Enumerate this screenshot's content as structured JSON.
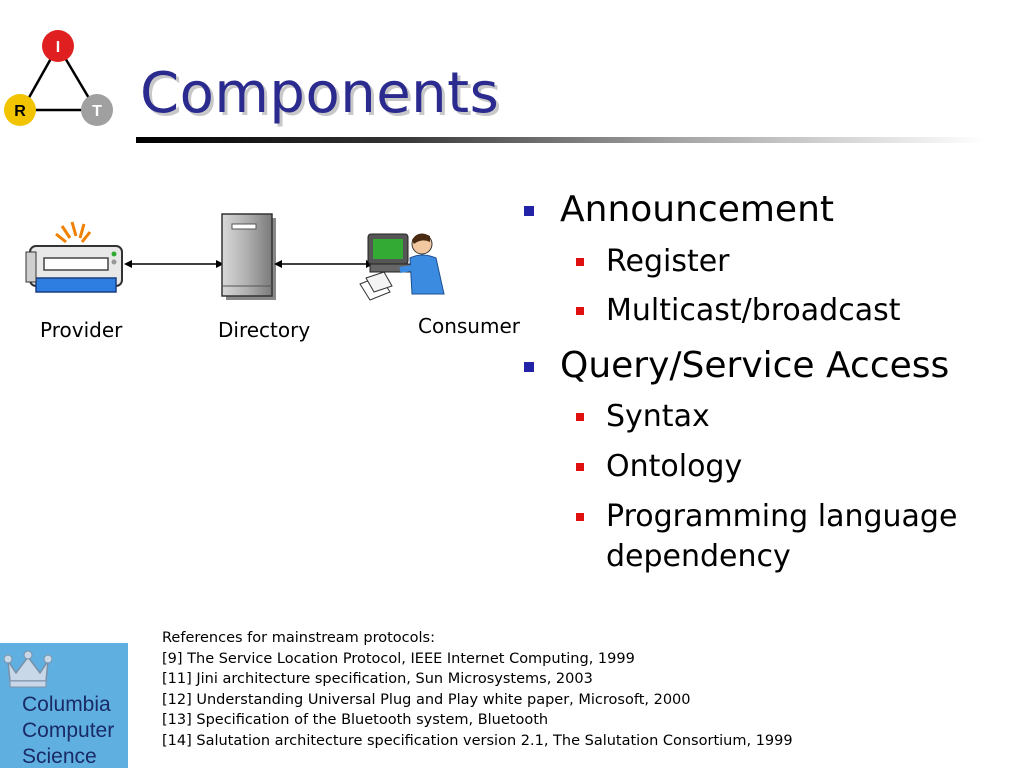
{
  "logo": {
    "top": "I",
    "left": "R",
    "right": "T",
    "colors": {
      "top": "#e02020",
      "left": "#f2c400",
      "right": "#a0a0a0"
    }
  },
  "title": "Components",
  "diagram": {
    "provider": "Provider",
    "directory": "Directory",
    "consumer": "Consumer"
  },
  "bullets": [
    {
      "text": "Announcement",
      "sub": [
        "Register",
        "Multicast/broadcast"
      ]
    },
    {
      "text": "Query/Service Access",
      "sub": [
        "Syntax",
        "Ontology",
        "Programming language",
        "dependency"
      ]
    }
  ],
  "references": {
    "heading": "References for mainstream protocols:",
    "items": [
      "[9] The Service Location Protocol, IEEE Internet Computing, 1999",
      "[11] Jini architecture specification, Sun Microsystems, 2003",
      "[12] Understanding Universal Plug and Play white paper, Microsoft, 2000",
      "[13] Specification of the Bluetooth system, Bluetooth",
      "[14] Salutation architecture specification version 2.1, The Salutation Consortium, 1999"
    ]
  },
  "columbia": {
    "line1": "Columbia",
    "line2": "Computer",
    "line3": "Science",
    "bg": "#5fb0e0"
  },
  "colors": {
    "title": "#2b2b8f",
    "bullet_l1": "#2323a8",
    "bullet_l2": "#e01010"
  }
}
